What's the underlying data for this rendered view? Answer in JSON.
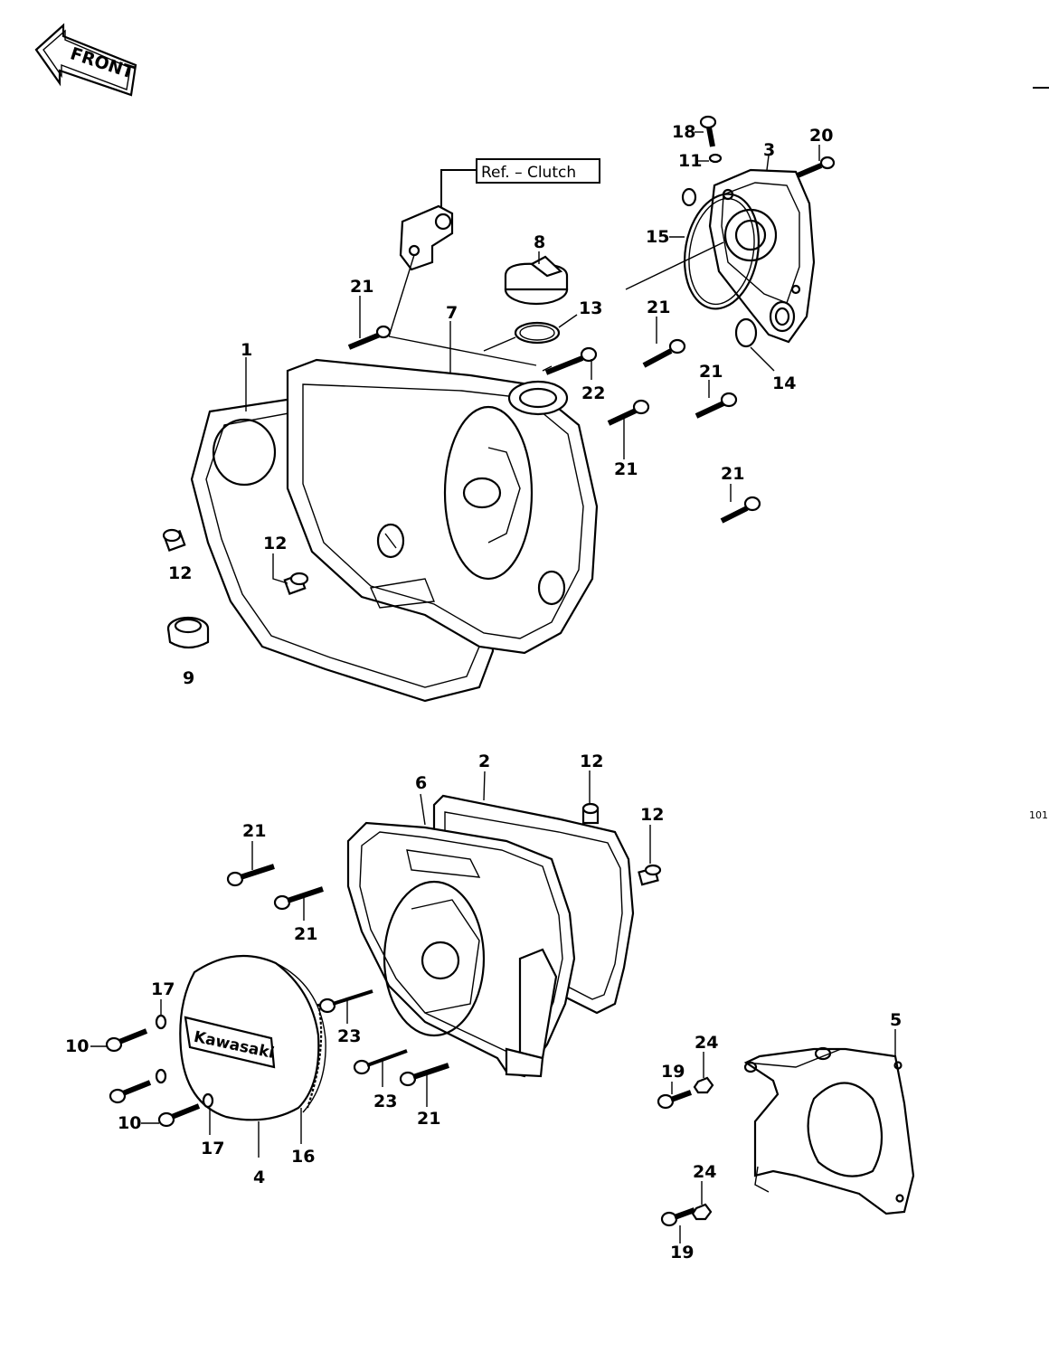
{
  "front_label": "FRONT",
  "reference_box": "Ref. – Clutch",
  "page_number": "101",
  "logo_text": "Kawasaki",
  "colors": {
    "ink": "#000000",
    "paper": "#ffffff"
  },
  "callouts": {
    "c1": "1",
    "c2": "2",
    "c3": "3",
    "c4": "4",
    "c5": "5",
    "c6": "6",
    "c7": "7",
    "c8": "8",
    "c9": "9",
    "c10a": "10",
    "c10b": "10",
    "c11": "11",
    "c12a": "12",
    "c12b": "12",
    "c12c": "12",
    "c12d": "12",
    "c13": "13",
    "c14": "14",
    "c15": "15",
    "c16": "16",
    "c17a": "17",
    "c17b": "17",
    "c18": "18",
    "c19a": "19",
    "c19b": "19",
    "c20": "20",
    "c21a": "21",
    "c21b": "21",
    "c21c": "21",
    "c21d": "21",
    "c21e": "21",
    "c21f": "21",
    "c21g": "21",
    "c21h": "21",
    "c22": "22",
    "c23a": "23",
    "c23b": "23",
    "c24a": "24",
    "c24b": "24"
  }
}
